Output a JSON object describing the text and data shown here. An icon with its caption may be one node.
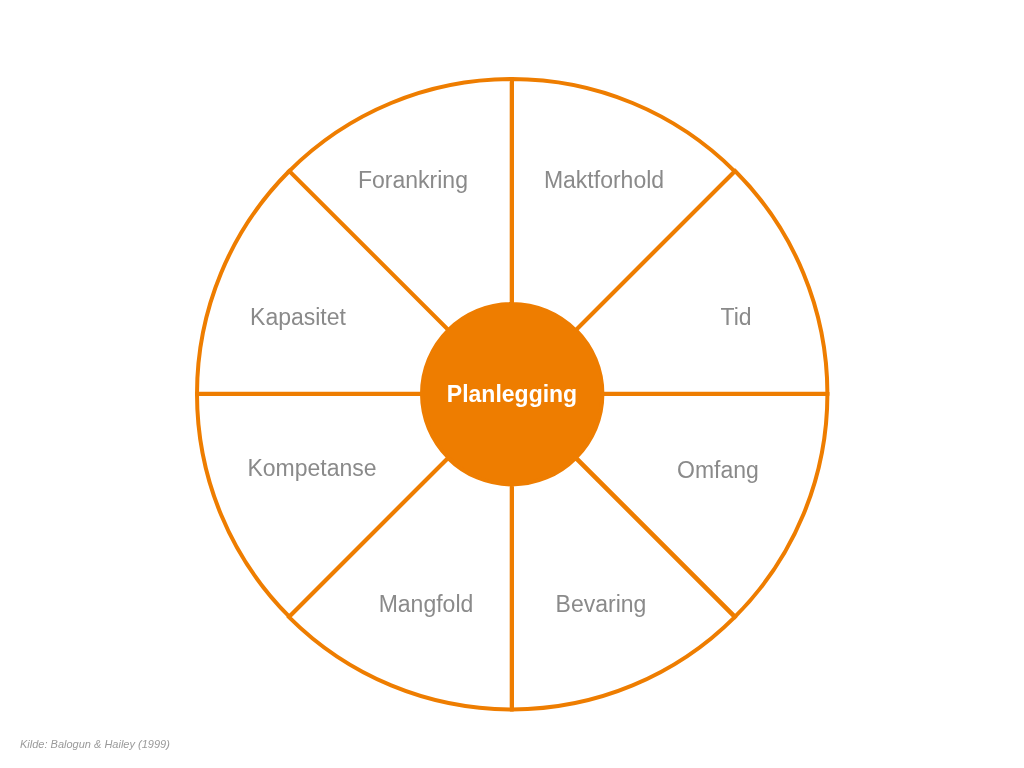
{
  "diagram": {
    "caption": "Kilde: Balogun & Hailey (1999)",
    "nodes": [
      {
        "text": [
          "Forankring"
        ]
      },
      {
        "text": [
          "Maktforhold"
        ]
      },
      {
        "text": [
          "Kapasitet"
        ]
      },
      {
        "text": [
          "Tid"
        ]
      },
      {
        "text": [
          "Planlegging"
        ]
      },
      {
        "text": [
          "Kompetanse"
        ]
      },
      {
        "text": [
          "Omfang"
        ]
      },
      {
        "text": [
          "Mangfold"
        ]
      },
      {
        "text": [
          "Bevaring"
        ]
      }
    ],
    "edges": []
  }
}
